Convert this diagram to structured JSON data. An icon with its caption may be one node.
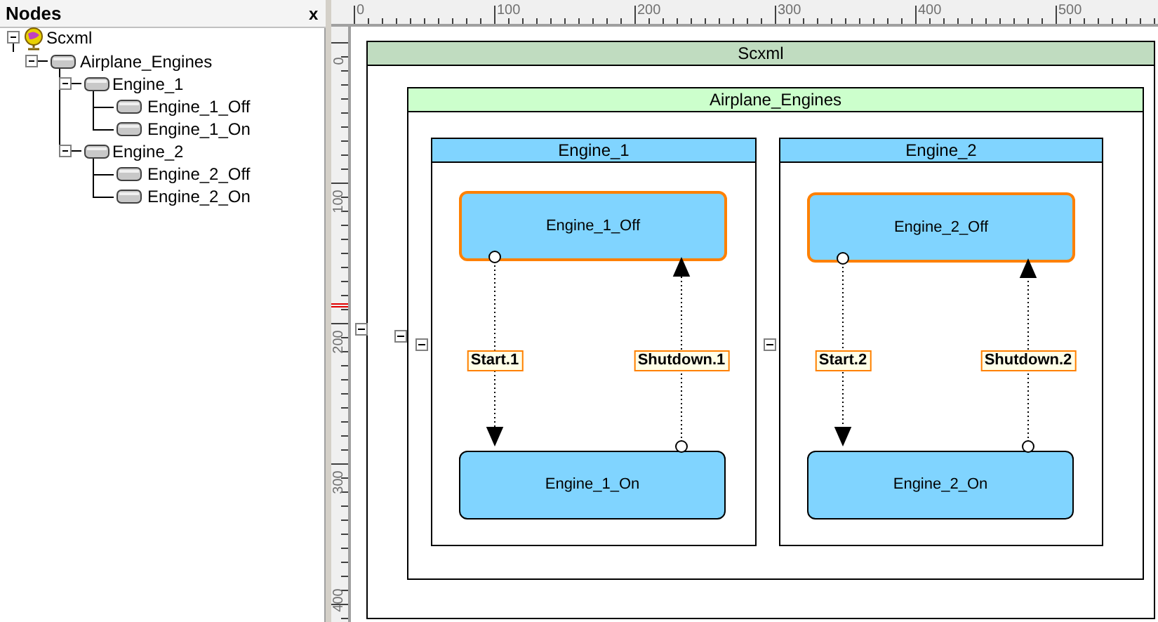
{
  "diagram": {
    "nodes": [
      {
        "text": [
          "Scxml"
        ]
      },
      {
        "text": [
          "Airplane_Engines"
        ],
        "in": 0
      },
      {
        "text": [
          "Engine_1"
        ],
        "in": 1
      },
      {
        "text": [
          "Engine_1_Off"
        ],
        "in": 2
      },
      {
        "text": [
          "Engine_1_On"
        ],
        "in": 2
      },
      {
        "text": [
          "Engine_2"
        ],
        "in": 1
      },
      {
        "text": [
          "Engine_2_Off"
        ],
        "in": 5
      },
      {
        "text": [
          "Engine_2_On"
        ],
        "in": 5
      }
    ],
    "edges": [
      {
        "from": 3,
        "to": 4,
        "arrow": "to",
        "label": "Start.1",
        "style": "dashed"
      },
      {
        "from": 4,
        "to": 3,
        "arrow": "to",
        "label": "Shutdown.1",
        "style": "dashed"
      },
      {
        "from": 6,
        "to": 7,
        "arrow": "to",
        "label": "Start.2",
        "style": "dashed"
      },
      {
        "from": 7,
        "to": 6,
        "arrow": "to",
        "label": "Shutdown.2",
        "style": "dashed"
      }
    ],
    "labels": [
      "Nodes",
      "x",
      "Scxml",
      "Airplane_Engines",
      "Engine_1",
      "Engine_1_Off",
      "Engine_1_On",
      "Engine_2",
      "Engine_2_Off",
      "Engine_2_On",
      "0",
      "100",
      "200",
      "300",
      "400",
      "500",
      "0",
      "100",
      "200",
      "300",
      "400"
    ]
  }
}
